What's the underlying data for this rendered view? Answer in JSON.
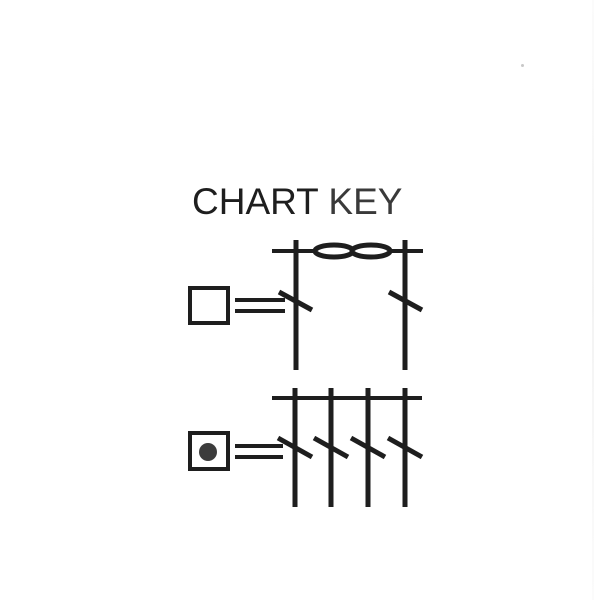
{
  "title": {
    "part1": "CHART",
    "part2": "KEY"
  },
  "colors": {
    "ink": "#1e1e1e",
    "background": "#ffffff",
    "dot": "#3c3c3c"
  },
  "legend": [
    {
      "symbol": "empty-square",
      "equals": "=",
      "pattern": "two vertical threads joined by a horizontal bar with a chain/link motif at top, each thread crossed by a slash",
      "threads": 2
    },
    {
      "symbol": "square-with-dot",
      "equals": "=",
      "pattern": "four vertical threads under a horizontal bar, each crossed by a slash",
      "threads": 4
    }
  ]
}
